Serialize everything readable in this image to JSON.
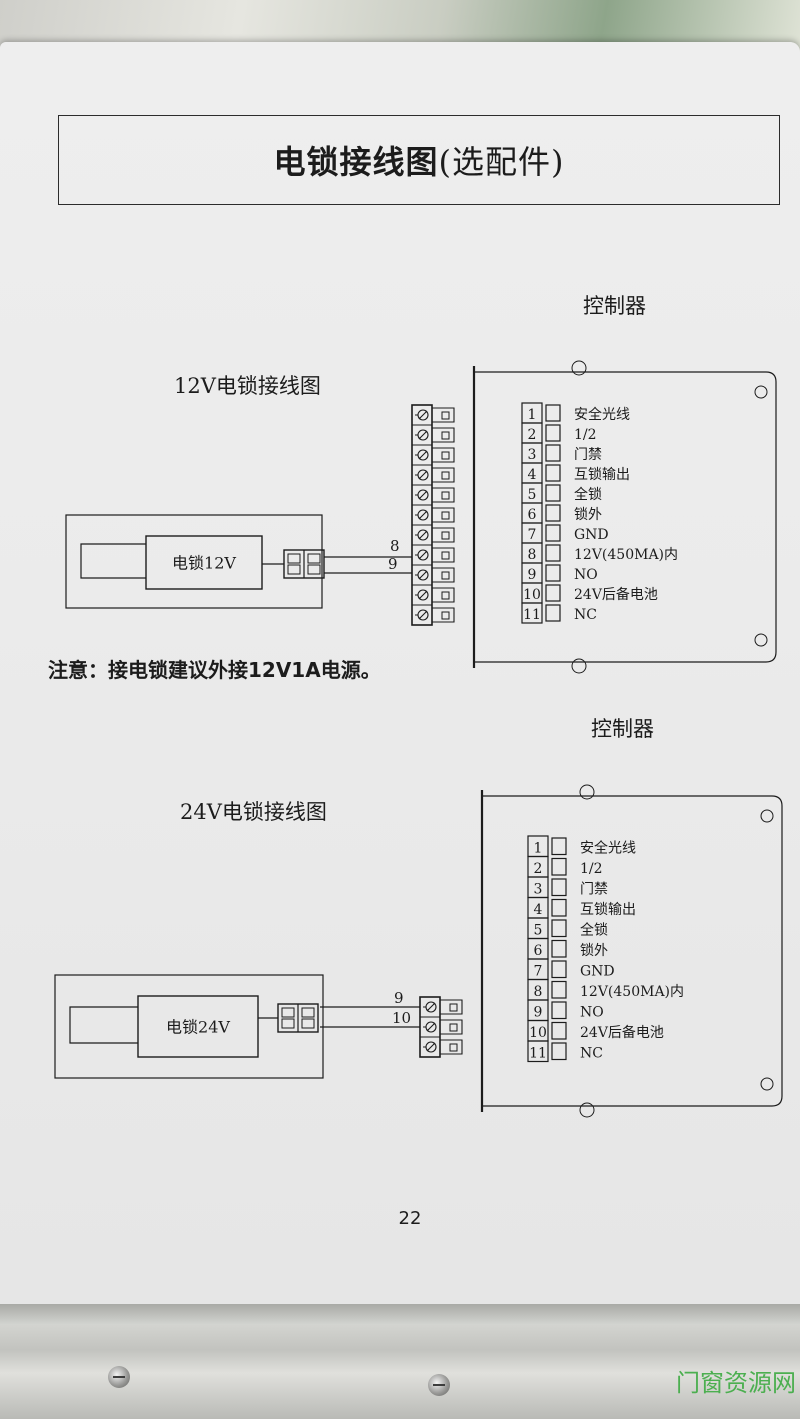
{
  "page": {
    "title_main": "电锁接线图",
    "title_suffix": "(选配件)",
    "page_number": "22",
    "watermark": "门窗资源网"
  },
  "diagram1": {
    "title": "12V电锁接线图",
    "controller_label": "控制器",
    "lock_label": "电锁12V",
    "wire_labels": [
      "8",
      "9"
    ],
    "terminal_count": 11,
    "connected_terminals": [
      8,
      9
    ]
  },
  "diagram2": {
    "title": "24V电锁接线图",
    "controller_label": "控制器",
    "lock_label": "电锁24V",
    "wire_labels": [
      "9",
      "10"
    ],
    "terminal_count": 3,
    "connected_terminals": [
      9,
      10
    ]
  },
  "note": "注意：接电锁建议外接12V1A电源。",
  "pins": [
    {
      "num": "1",
      "label": "安全光线"
    },
    {
      "num": "2",
      "label": "1/2"
    },
    {
      "num": "3",
      "label": "门禁"
    },
    {
      "num": "4",
      "label": "互锁输出"
    },
    {
      "num": "5",
      "label": "全锁"
    },
    {
      "num": "6",
      "label": "锁外"
    },
    {
      "num": "7",
      "label": "GND"
    },
    {
      "num": "8",
      "label": "12V(450MA)内"
    },
    {
      "num": "9",
      "label": "NO"
    },
    {
      "num": "10",
      "label": "24V后备电池"
    },
    {
      "num": "11",
      "label": "NC"
    }
  ],
  "colors": {
    "paper": "#ececec",
    "ink": "#1c1c1c",
    "watermark": "#4caf50"
  }
}
